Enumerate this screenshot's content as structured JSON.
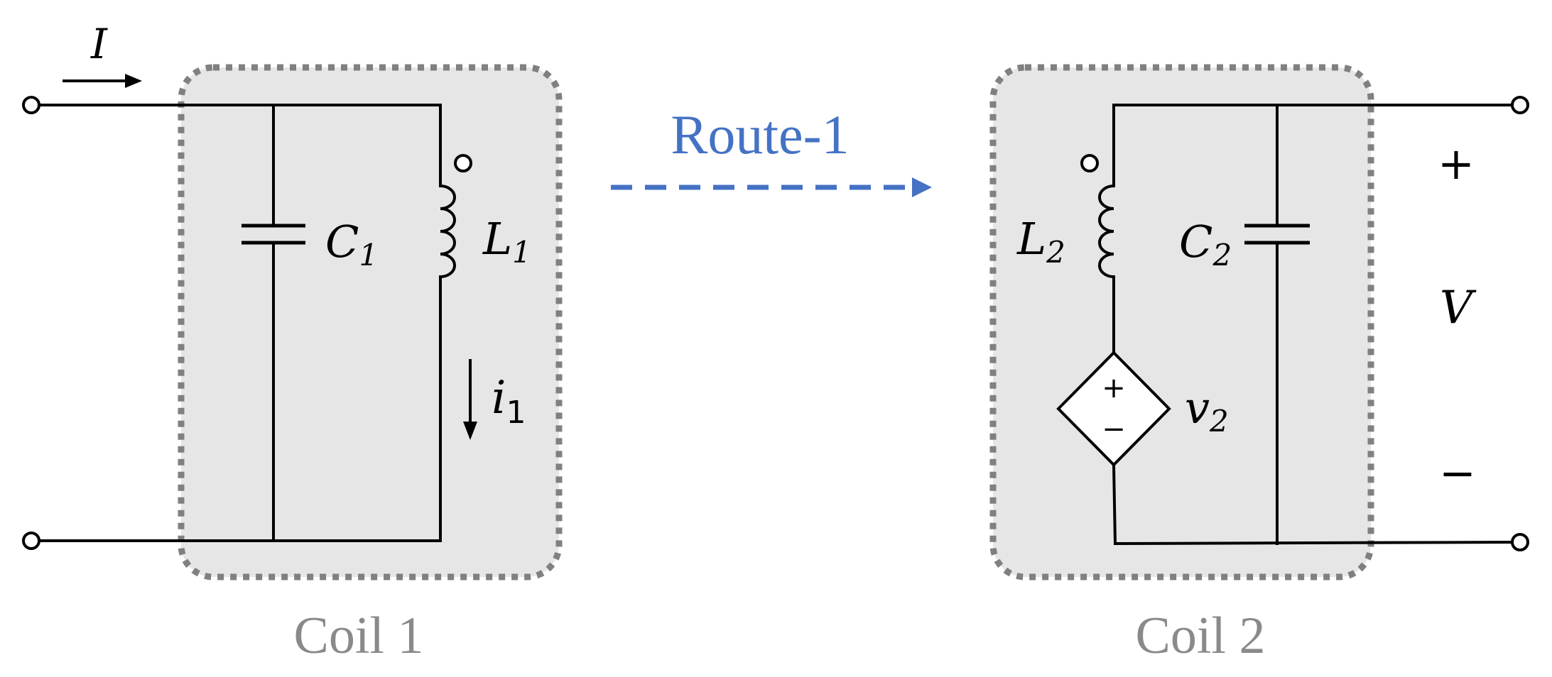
{
  "labels": {
    "input_current": "I",
    "c1_main": "C",
    "c1_sub": "1",
    "l1_main": "L",
    "l1_sub": "1",
    "i1_main": "i",
    "i1_sub": "1",
    "route": "Route-1",
    "l2_main": "L",
    "l2_sub": "2",
    "c2_main": "C",
    "c2_sub": "2",
    "v2_main": "v",
    "v2_sub": "2",
    "source_plus": "+",
    "source_minus": "−",
    "out_plus": "+",
    "out_minus": "−",
    "out_voltage": "V",
    "coil1_caption": "Coil 1",
    "coil2_caption": "Coil 2"
  },
  "colors": {
    "route": "#4472c4",
    "caption": "#8a8a8a",
    "box_fill": "#e6e6e6",
    "box_border": "#808080"
  }
}
